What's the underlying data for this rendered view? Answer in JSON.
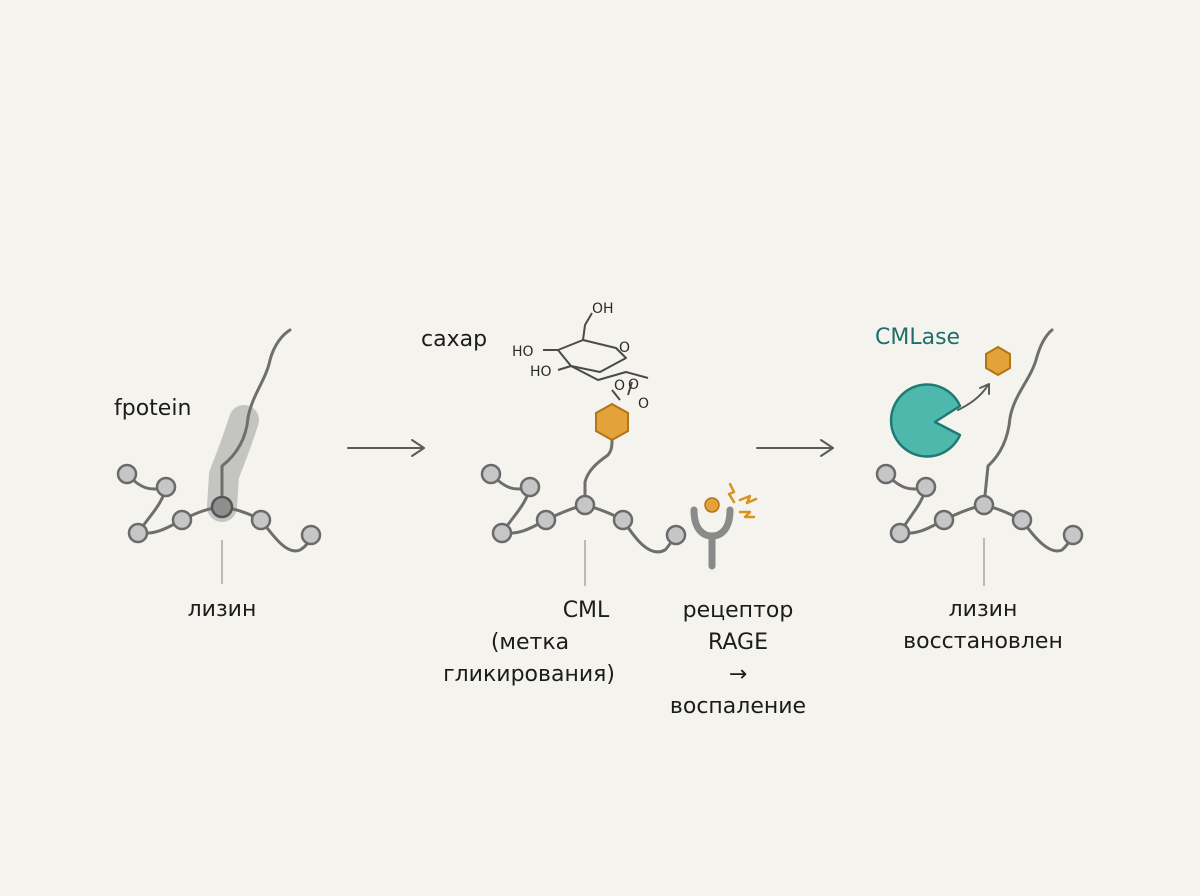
{
  "labels": {
    "protein": "fpotein",
    "lysine": "лизин",
    "sugar": "сахар",
    "cml_line1": "CML",
    "cml_line2": "(метка",
    "cml_line3": "гликирования)",
    "rage_line1": "рецептор",
    "rage_line2": "RAGE",
    "rage_line3": "→",
    "rage_line4": "воспаление",
    "enzyme": "CMLase",
    "restored_line1": "лизин",
    "restored_line2": "восстановлен"
  },
  "chem_labels": {
    "oh_top": "OH",
    "ho_upper": "HO",
    "ho_lower": "HO",
    "o_ring": "O",
    "o_link1": "O",
    "o_link2": "O",
    "o_link3": "O"
  },
  "colors": {
    "background": "#f4f3ee",
    "chain": "#6e6e6e",
    "bead_fill": "#c6c6c6",
    "highlight": "#9c9c9c",
    "sugar_hexagon": "#e3a23a",
    "enzyme": "#4fb8ad",
    "enzyme_label": "#1f6e6a",
    "receptor": "#8a8a8a",
    "signal": "#e3a23a"
  },
  "icons": {
    "enzyme": "pacman-enzyme-icon",
    "receptor": "rage-receptor-icon",
    "signal": "lightning-icon",
    "released_sugar": "hexagon-icon"
  }
}
